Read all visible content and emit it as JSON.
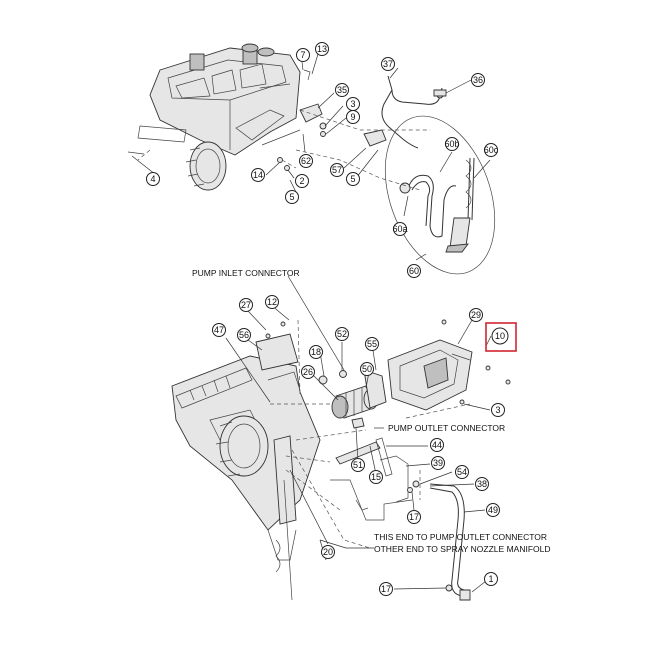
{
  "notes": {
    "pump_inlet": "PUMP INLET CONNECTOR",
    "pump_outlet": "PUMP OUTLET CONNECTOR",
    "hose_line1": "THIS END TO PUMP OUTLET CONNECTOR",
    "hose_line2": "OTHER END TO SPRAY NOZZLE MANIFOLD"
  },
  "callouts_top": [
    "7",
    "13",
    "35",
    "3",
    "9",
    "37",
    "36",
    "62",
    "57",
    "5",
    "4",
    "14",
    "2",
    "5",
    "60b",
    "60c",
    "60a",
    "60"
  ],
  "callouts_bottom": [
    "27",
    "12",
    "47",
    "56",
    "52",
    "18",
    "26",
    "55",
    "50",
    "29",
    "10",
    "3",
    "51",
    "15",
    "44",
    "39",
    "54",
    "38",
    "17",
    "49",
    "20",
    "17",
    "1"
  ],
  "highlight_label": "10",
  "colors": {
    "line": "#333333",
    "highlight": "#d22630"
  }
}
